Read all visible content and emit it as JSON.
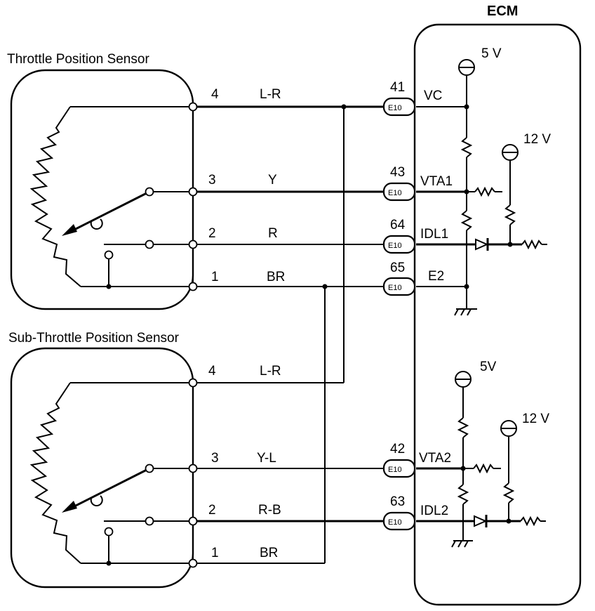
{
  "ecm": {
    "title": "ECM",
    "supply_5v_top": "5 V",
    "supply_12v_top": "12 V",
    "supply_5v_bottom": "5V",
    "supply_12v_bottom": "12 V",
    "connector": "E10",
    "pins": [
      {
        "number": "41",
        "signal": "VC"
      },
      {
        "number": "43",
        "signal": "VTA1"
      },
      {
        "number": "64",
        "signal": "IDL1"
      },
      {
        "number": "65",
        "signal": "E2"
      },
      {
        "number": "42",
        "signal": "VTA2"
      },
      {
        "number": "63",
        "signal": "IDL2"
      }
    ]
  },
  "sensors": [
    {
      "title": "Throttle Position Sensor",
      "terminals": [
        {
          "number": "4",
          "wire": "L-R"
        },
        {
          "number": "3",
          "wire": "Y"
        },
        {
          "number": "2",
          "wire": "R"
        },
        {
          "number": "1",
          "wire": "BR"
        }
      ]
    },
    {
      "title": "Sub-Throttle Position Sensor",
      "terminals": [
        {
          "number": "4",
          "wire": "L-R"
        },
        {
          "number": "3",
          "wire": "Y-L"
        },
        {
          "number": "2",
          "wire": "R-B"
        },
        {
          "number": "1",
          "wire": "BR"
        }
      ]
    }
  ]
}
